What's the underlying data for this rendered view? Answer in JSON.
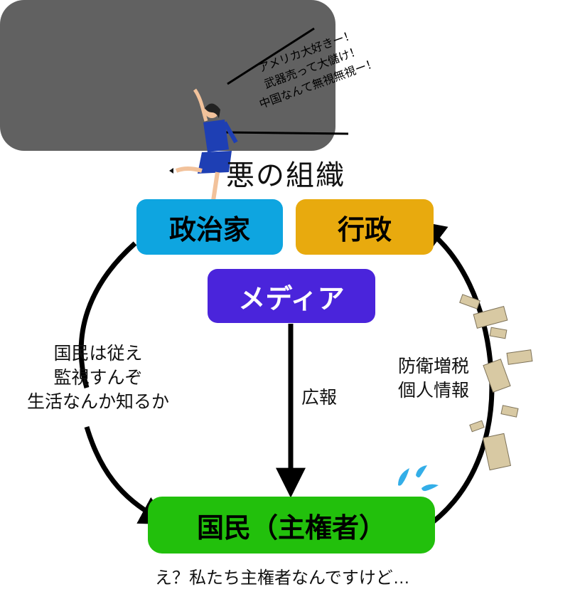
{
  "organization": {
    "title": "悪の組織"
  },
  "nodes": {
    "politicians": "政治家",
    "administration": "行政",
    "media": "メディア",
    "citizens": "国民（主権者）"
  },
  "edges": {
    "politicians_to_citizens": [
      "国民は従え",
      "監視すんぞ",
      "生活なんか知るか"
    ],
    "media_to_citizens": "広報",
    "citizens_to_administration": [
      "防衛増税",
      "個人情報"
    ]
  },
  "speech": [
    "アメリカ大好きー！",
    "武器売って大儲け！",
    "中国なんて無視無視ー！"
  ],
  "citizen_reaction": "え？私たち主権者なんですけど…",
  "colors": {
    "organization": "#616161",
    "politicians": "#0ea5e0",
    "administration": "#e8aa0e",
    "media": "#4a24db",
    "citizens": "#22c00c",
    "sweat": "#33aee8",
    "money": "#d8c9a3"
  },
  "icons": [
    "politician-figure-icon",
    "banknote-icon",
    "sweat-drop-icon"
  ]
}
